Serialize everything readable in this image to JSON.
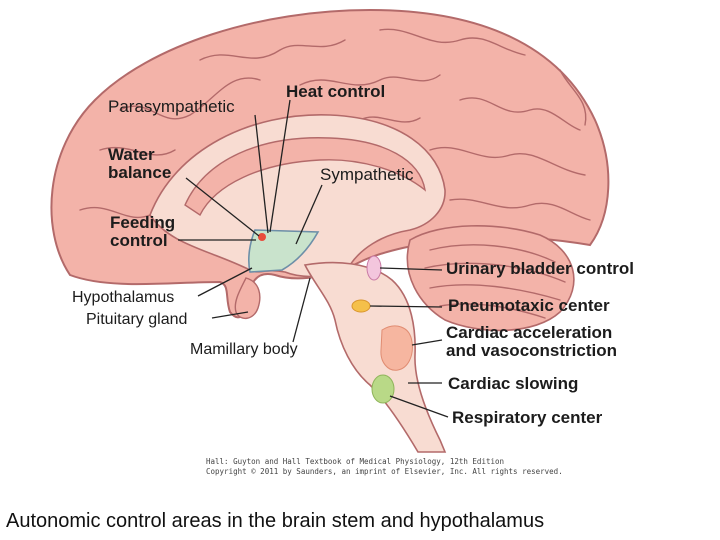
{
  "labels": {
    "parasympathetic": "Parasympathetic",
    "heat_control": "Heat control",
    "water_balance_1": "Water",
    "water_balance_2": "balance",
    "sympathetic": "Sympathetic",
    "feeding_control_1": "Feeding",
    "feeding_control_2": "control",
    "hypothalamus": "Hypothalamus",
    "pituitary_gland": "Pituitary gland",
    "mamillary_body": "Mamillary body",
    "urinary_bladder_control": "Urinary bladder control",
    "pneumotaxic_center": "Pneumotaxic center",
    "cardiac_acceleration_1": "Cardiac acceleration",
    "cardiac_acceleration_2": "and vasoconstriction",
    "cardiac_slowing": "Cardiac slowing",
    "respiratory_center": "Respiratory center"
  },
  "credit": {
    "line1": "Hall: Guyton and Hall Textbook of Medical Physiology, 12th Edition",
    "line2": "Copyright © 2011 by Saunders, an imprint of Elsevier, Inc. All rights reserved."
  },
  "caption": "Autonomic control areas in the brain stem and hypothalamus",
  "colors": {
    "cortex": "#f3b3a9",
    "cortex_outline": "#b36a6a",
    "inner": "#f8dcd2",
    "hypothalamus_region": "#c9e3cc",
    "urinary_spot": "#f3c6dd",
    "pneumotaxic_spot": "#f5c04a",
    "cardiac_accel_spot": "#f6b6a0",
    "cardiac_slowing_spot": "#b9d987"
  }
}
